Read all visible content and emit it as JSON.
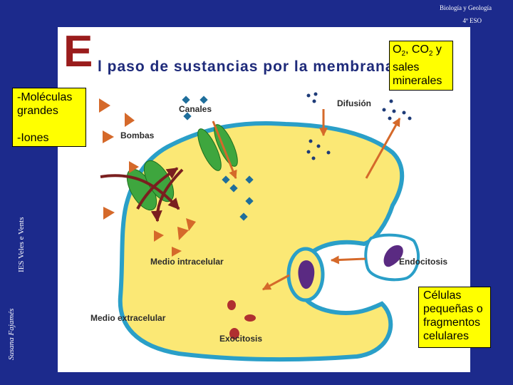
{
  "header": {
    "subject": "Biología y Geología",
    "level": "4º ESO"
  },
  "sidebar": {
    "school": "IES Veles e Vents",
    "author": "Susana Fajamés"
  },
  "diagram": {
    "title_initial": "E",
    "title_rest": "l paso de sustancias por la membrana",
    "labels": {
      "canales": "Canales",
      "difusion": "Difusión",
      "bombas": "Bombas",
      "medio_intracelular": "Medio intracelular",
      "medio_extracelular": "Medio extracelular",
      "endocitosis": "Endocitosis",
      "exocitosis": "Exocitosis"
    }
  },
  "boxes": {
    "small": {
      "o2": "O",
      "o2_sub": "2",
      "sep": ", CO",
      "co2_sub": "2",
      "rest": " y sales minerales"
    },
    "large": {
      "line1": "-Moléculas grandes",
      "line2": "-Iones"
    },
    "cells": {
      "text": "Células pequeñas o fragmentos celulares"
    }
  },
  "colors": {
    "background": "#1c2a8c",
    "cell_fill": "#fbe875",
    "membrane": "#2a9fc8",
    "highlight": "#ffff00"
  }
}
